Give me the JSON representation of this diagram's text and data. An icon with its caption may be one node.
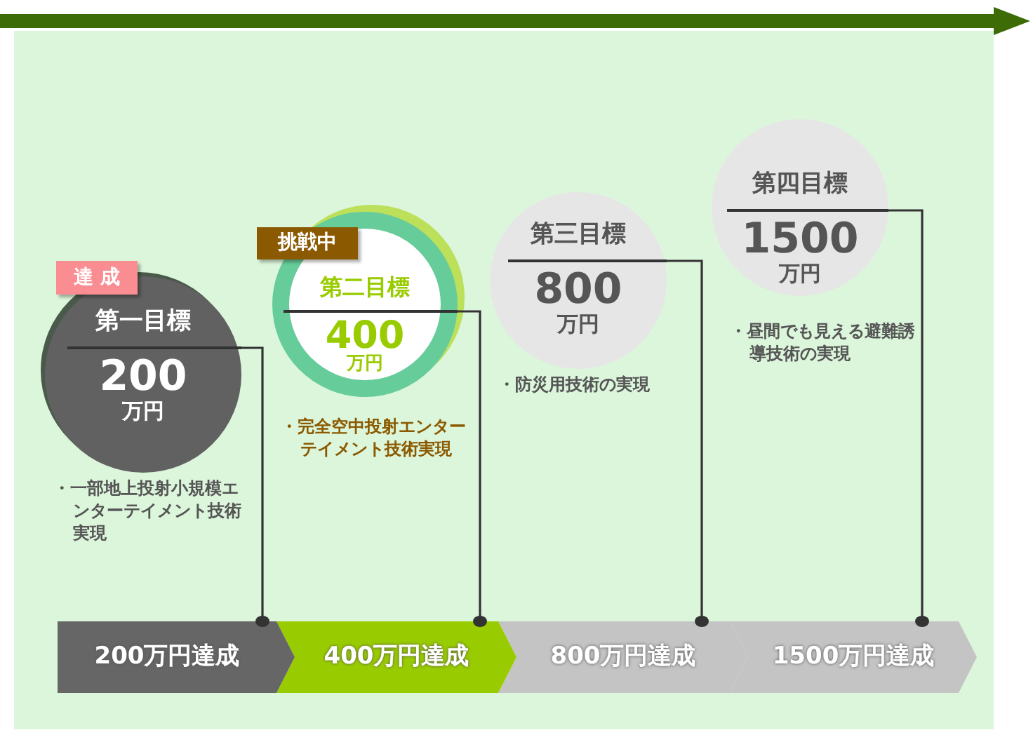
{
  "diagram": {
    "nodes": [
      {
        "text": [
          "達 成"
        ]
      },
      {
        "text": [
          "第一目標",
          "200",
          "万円"
        ],
        "beside": [
          "・一部地上投射小規模エンターテイメント技術実現"
        ]
      },
      {
        "text": [
          "挑戦中"
        ]
      },
      {
        "text": [
          "第二目標",
          "400",
          "万円"
        ],
        "beside": [
          "・完全空中投射エンターテイメント技術実現"
        ]
      },
      {
        "text": [
          "第三目標",
          "800",
          "万円"
        ],
        "beside": [
          "・防災用技術の実現"
        ]
      },
      {
        "text": [
          "第四目標",
          "1500",
          "万円"
        ],
        "beside": [
          "・昼間でも見える避難誘導技術の実現"
        ]
      },
      {
        "text": [
          "200万円達成"
        ]
      },
      {
        "text": [
          "400万円達成"
        ]
      },
      {
        "text": [
          "800万円達成"
        ]
      },
      {
        "text": [
          "1500万円達成"
        ]
      }
    ],
    "edges": [
      {
        "from": 1,
        "to": 6,
        "arrow": "other"
      },
      {
        "from": 3,
        "to": 7,
        "arrow": "other"
      },
      {
        "from": 4,
        "to": 8,
        "arrow": "other"
      },
      {
        "from": 5,
        "to": 9,
        "arrow": "other"
      }
    ]
  }
}
